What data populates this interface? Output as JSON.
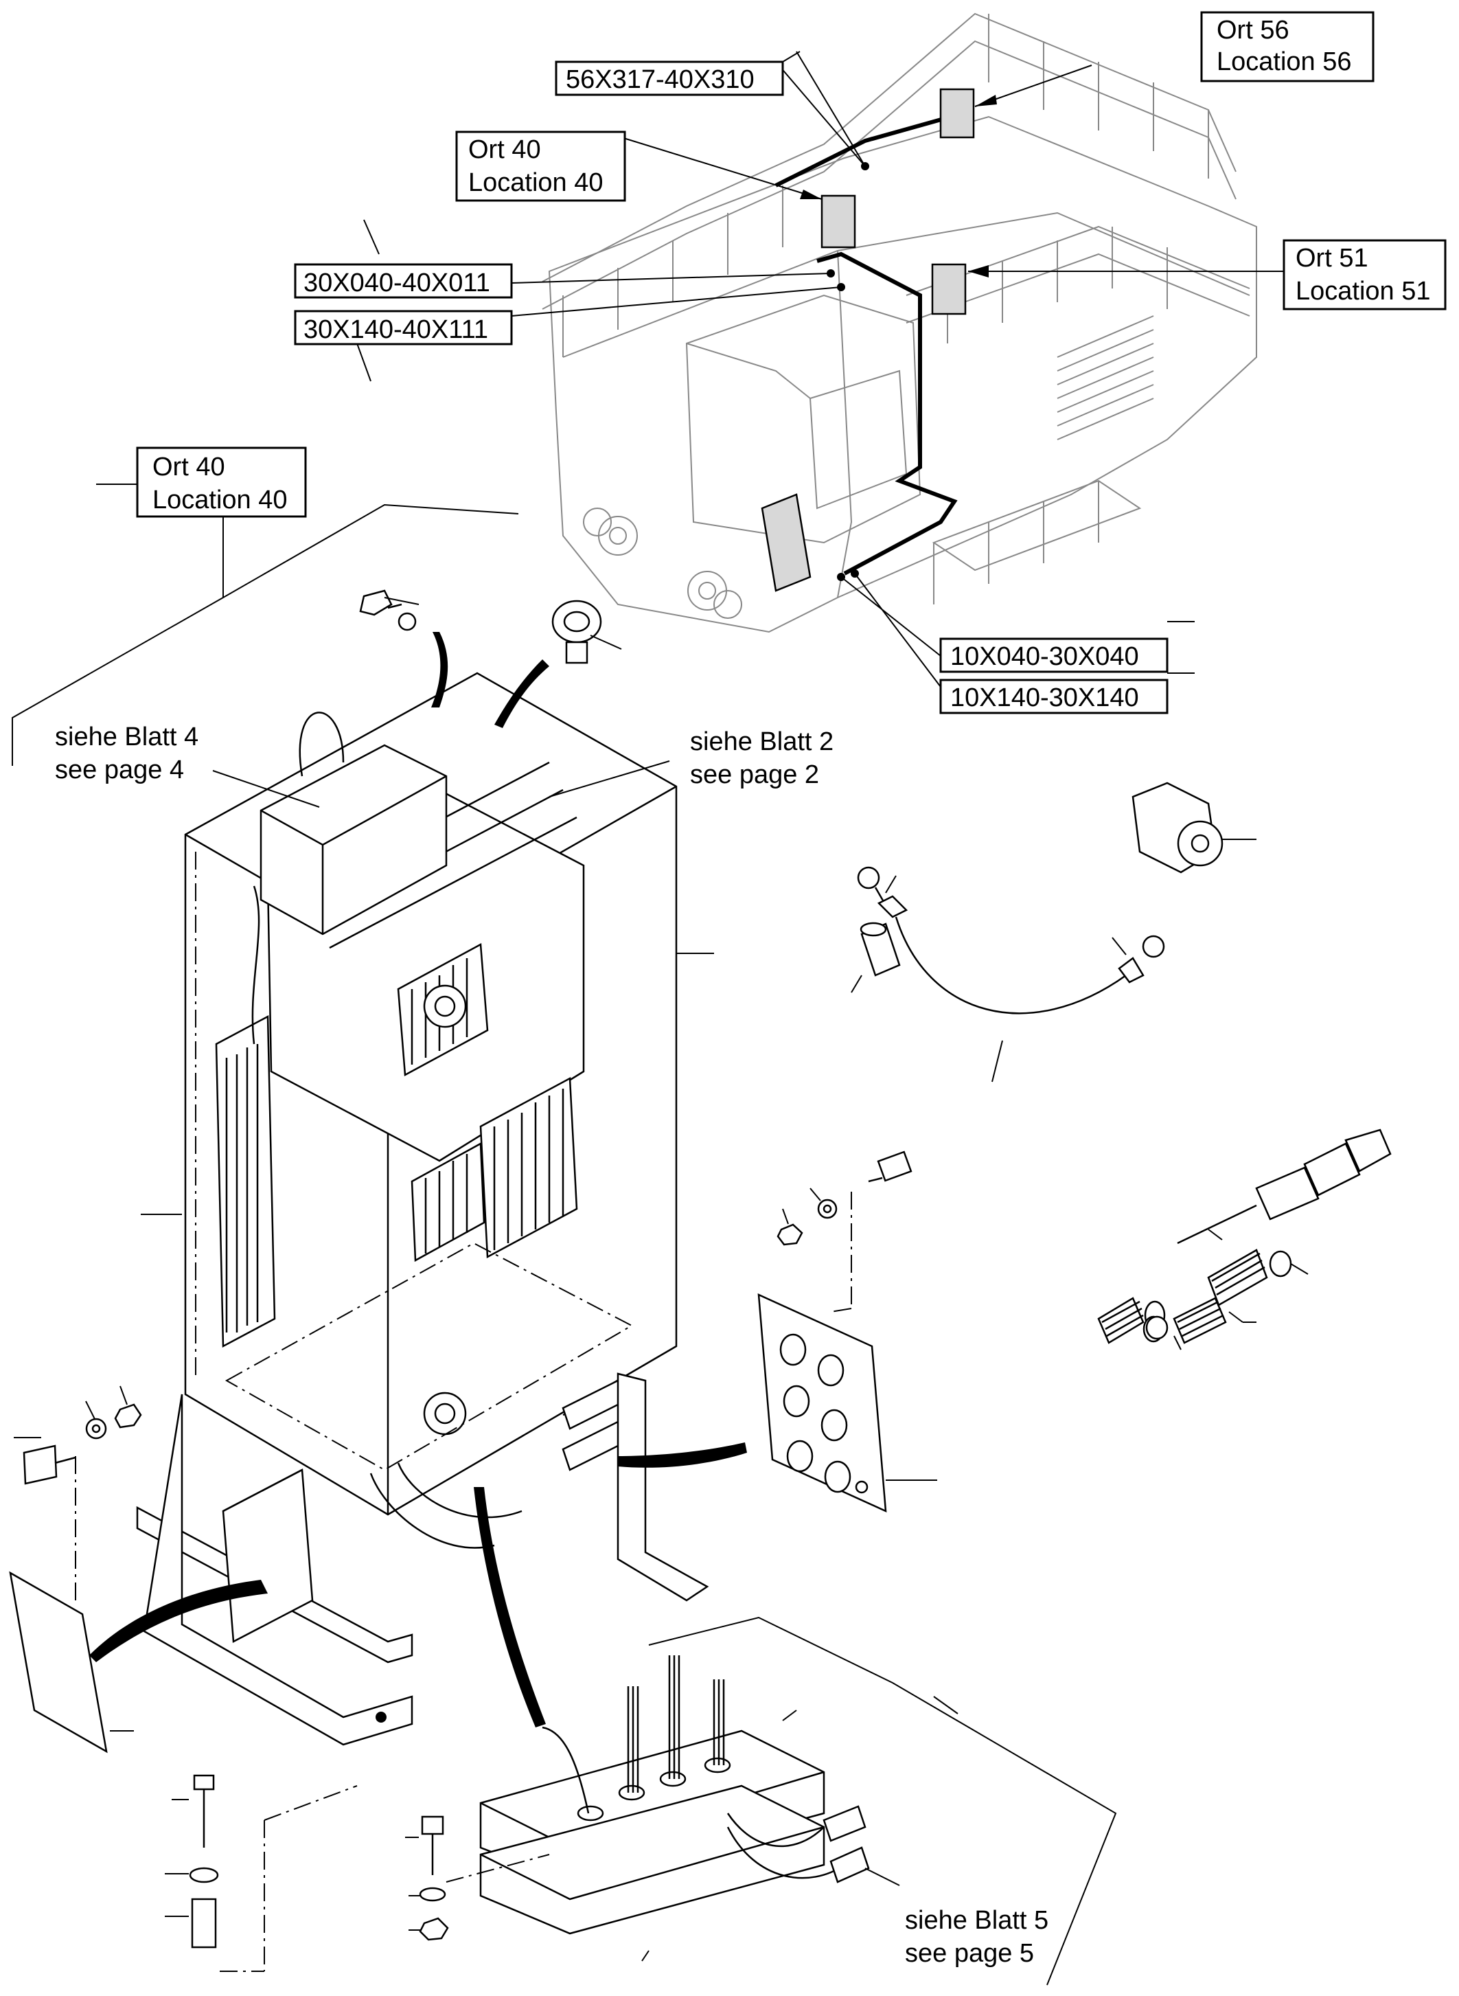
{
  "labels": {
    "ort56": "Ort 56",
    "loc56": "Location 56",
    "cable_56_40": "56X317-40X310",
    "ort40_top": "Ort 40",
    "loc40_top": "Location 40",
    "cable_30_40_a": "30X040-40X011",
    "cable_30_40_b": "30X140-40X111",
    "ort51": "Ort 51",
    "loc51": "Location 51",
    "cable_10_30_a": "10X040-30X040",
    "cable_10_30_b": "10X140-30X140",
    "ort40_main": "Ort 40",
    "loc40_main": "Location 40",
    "blatt4_de": "siehe Blatt 4",
    "blatt4_en": "see page 4",
    "blatt2_de": "siehe Blatt 2",
    "blatt2_en": "see page 2",
    "blatt5_de": "siehe Blatt 5",
    "blatt5_en": "see page 5"
  }
}
